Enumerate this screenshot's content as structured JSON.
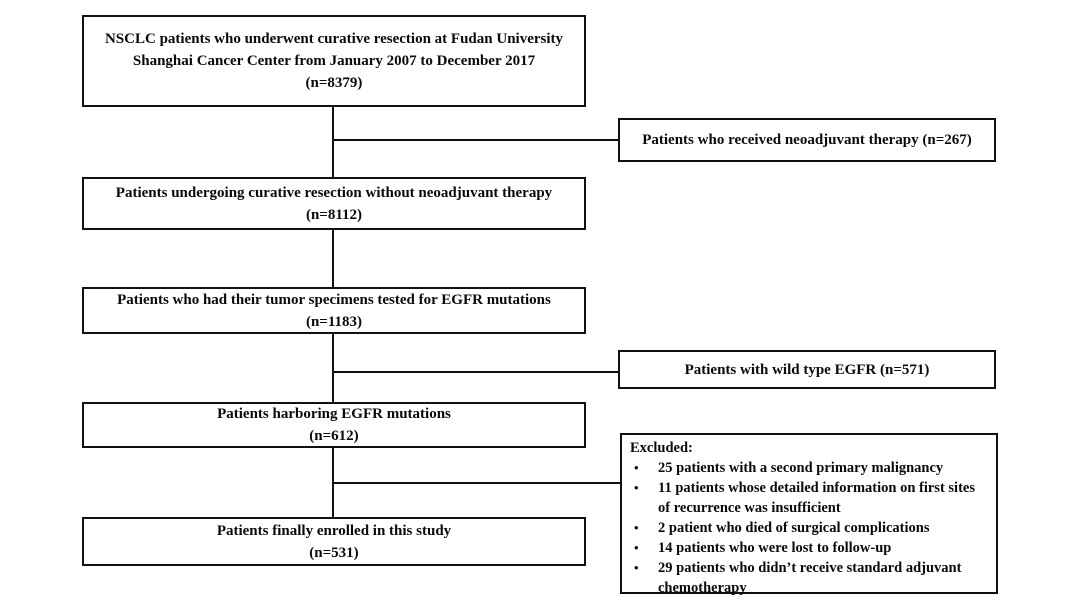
{
  "flowchart": {
    "boxes": {
      "cohort": {
        "lines": [
          "NSCLC patients who underwent curative resection at Fudan University",
          "Shanghai Cancer Center from January 2007 to December 2017",
          "(n=8379)"
        ]
      },
      "neoadjuvant_removed": {
        "label": "Patients who received neoadjuvant therapy (n=267)"
      },
      "no_neoadjuvant": {
        "lines": [
          "Patients undergoing curative resection without neoadjuvant therapy",
          "(n=8112)"
        ]
      },
      "egfr_tested": {
        "lines": [
          "Patients who had their tumor specimens tested for EGFR mutations",
          "(n=1183)"
        ]
      },
      "wild_type_removed": {
        "label": "Patients with wild type EGFR (n=571)"
      },
      "egfr_mutated": {
        "lines": [
          "Patients harboring EGFR mutations",
          "(n=612)"
        ]
      },
      "excluded": {
        "header": "Excluded:",
        "bullet_glyph": "•",
        "items": [
          "25 patients with a second primary malignancy",
          "11 patients whose detailed information on first sites of recurrence was insufficient",
          "2 patient who died of surgical complications",
          "14 patients who were lost to follow-up",
          "29 patients who didn’t receive standard adjuvant chemotherapy"
        ]
      },
      "enrolled": {
        "lines": [
          "Patients finally enrolled in this study",
          "(n=531)"
        ]
      }
    }
  }
}
